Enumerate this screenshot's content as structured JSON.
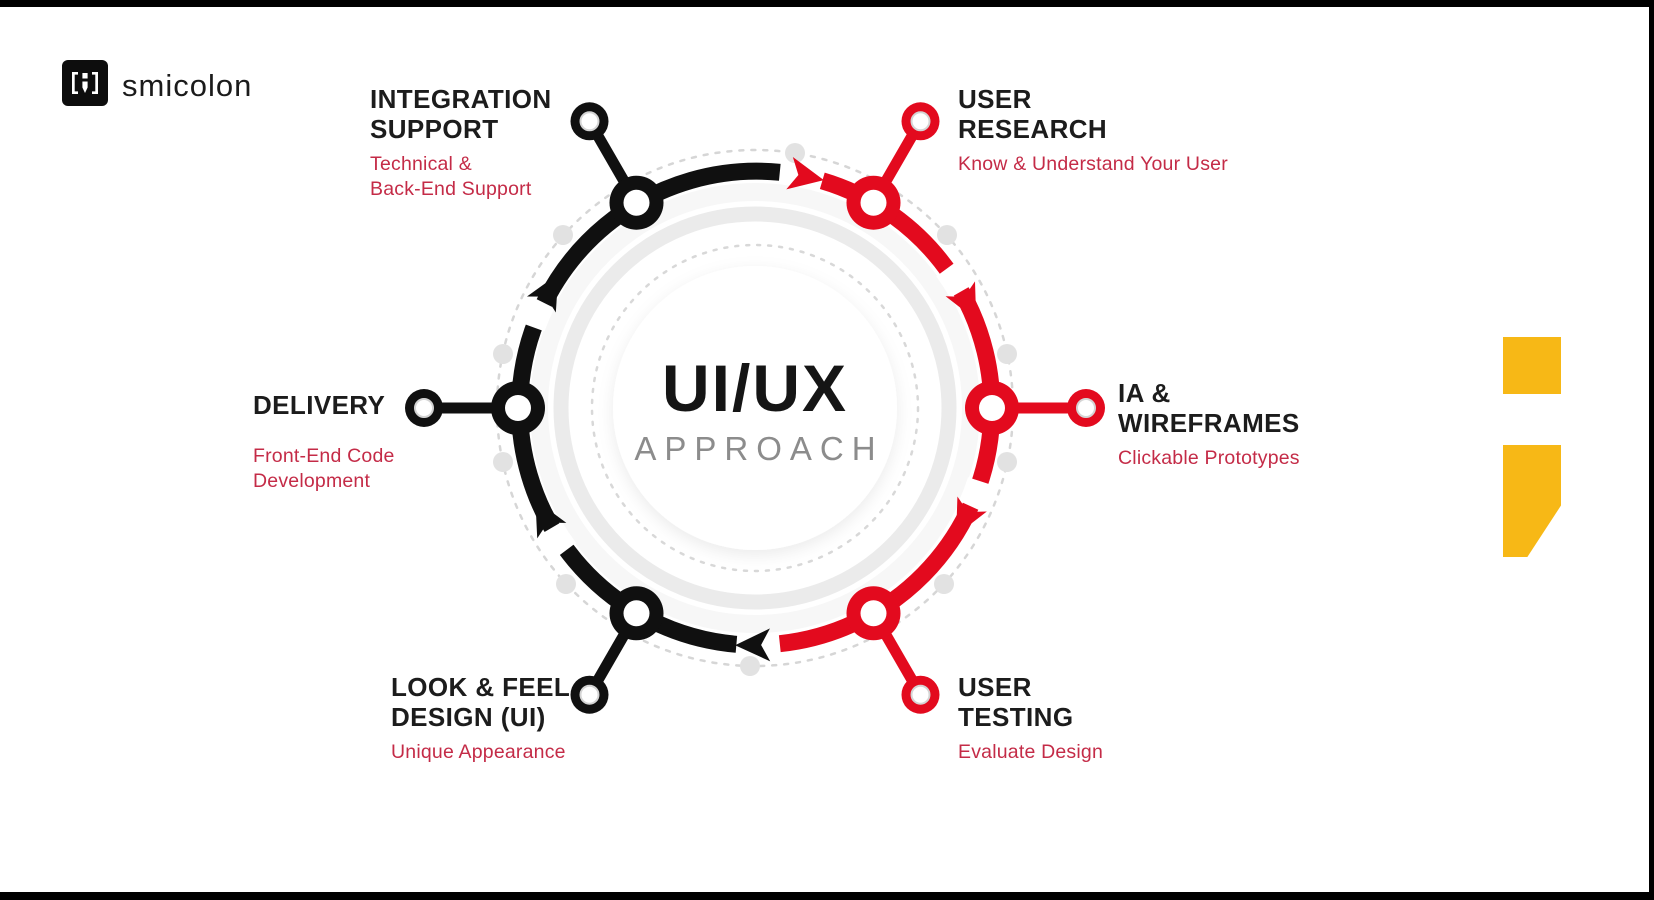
{
  "logo": {
    "brand": "smicolon",
    "icon": "semicolon-brackets-icon"
  },
  "center": {
    "title": "UI/UX",
    "subtitle": "APPROACH"
  },
  "stages": [
    {
      "key": "user-research",
      "title_lines": [
        "USER",
        "RESEARCH"
      ],
      "subtitle_lines": [
        "Know & Understand Your User"
      ],
      "color": "#e30a1e"
    },
    {
      "key": "ia-wireframes",
      "title_lines": [
        "IA &",
        "WIREFRAMES"
      ],
      "subtitle_lines": [
        "Clickable Prototypes"
      ],
      "color": "#e30a1e"
    },
    {
      "key": "user-testing",
      "title_lines": [
        "USER",
        "TESTING"
      ],
      "subtitle_lines": [
        "Evaluate Design"
      ],
      "color": "#e30a1e"
    },
    {
      "key": "look-feel-design-ui",
      "title_lines": [
        "LOOK & FEEL",
        "DESIGN (UI)"
      ],
      "subtitle_lines": [
        "Unique Appearance"
      ],
      "color": "#101010"
    },
    {
      "key": "delivery",
      "title_lines": [
        "DELIVERY"
      ],
      "subtitle_lines": [
        "Front-End Code",
        "Development"
      ],
      "color": "#101010"
    },
    {
      "key": "integration-support",
      "title_lines": [
        "INTEGRATION",
        "SUPPORT"
      ],
      "subtitle_lines": [
        "Technical &",
        "Back-End Support"
      ],
      "color": "#101010"
    }
  ],
  "colors": {
    "cycle_red": "#e30a1e",
    "cycle_black": "#101010",
    "subtitle_red": "#c42b47",
    "center_subtitle_gray": "#8c8c8c",
    "accent_yellow": "#f7b816",
    "dashed_gray": "#d6d6d6",
    "dot_gray": "#e2e2e2"
  }
}
